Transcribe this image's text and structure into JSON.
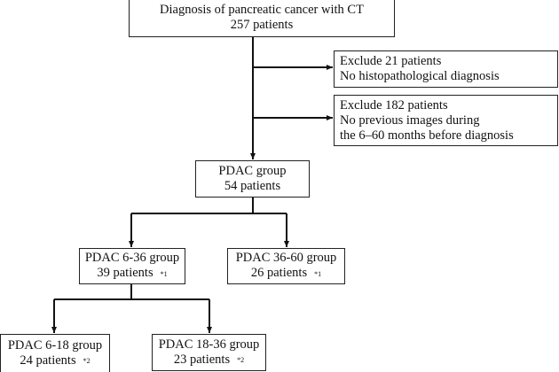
{
  "nodes": {
    "diagnosis": {
      "line1": "Diagnosis of pancreatic cancer with CT",
      "line2": "257 patients"
    },
    "exclude1": {
      "line1": "Exclude 21 patients",
      "line2": "No histopathological diagnosis"
    },
    "exclude2": {
      "line1": "Exclude 182 patients",
      "line2": "No previous images during",
      "line3": "the 6–60 months before diagnosis"
    },
    "pdac": {
      "line1": "PDAC group",
      "line2": "54 patients"
    },
    "pdac_6_36": {
      "line1": "PDAC 6-36 group",
      "line2": "39 patients",
      "note": "*1"
    },
    "pdac_36_60": {
      "line1": "PDAC 36-60 group",
      "line2": "26 patients",
      "note": "*1"
    },
    "pdac_6_18": {
      "line1": "PDAC 6-18 group",
      "line2": "24 patients",
      "note": "*2"
    },
    "pdac_18_36": {
      "line1": "PDAC 18-36 group",
      "line2": "23 patients",
      "note": "*2"
    }
  }
}
